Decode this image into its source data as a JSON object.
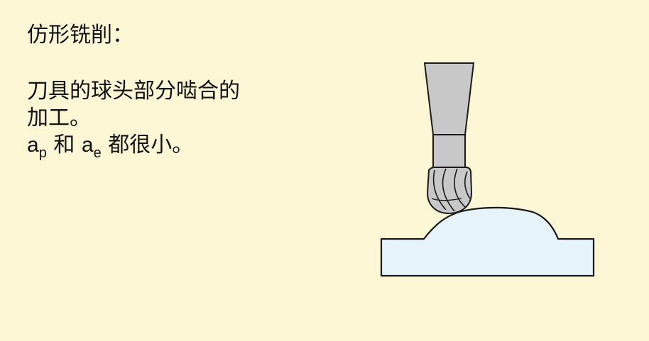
{
  "title": "仿形铣削：",
  "description": {
    "line1": "刀具的球头部分啮合的",
    "line2": "加工。",
    "line3": {
      "ap_main": "a",
      "ap_sub": "p",
      "and": " 和 ",
      "ae_main": "a",
      "ae_sub": "e",
      "rest": " 都很小。"
    }
  },
  "colors": {
    "background": "#fef7d6",
    "workpiece_fill": "#e6f3fb",
    "shank_fill": "#c9c8c8",
    "outline": "#1a1a1a"
  },
  "icons": {
    "tool": "ball-nose-end-mill-icon",
    "workpiece": "workpiece-icon"
  }
}
